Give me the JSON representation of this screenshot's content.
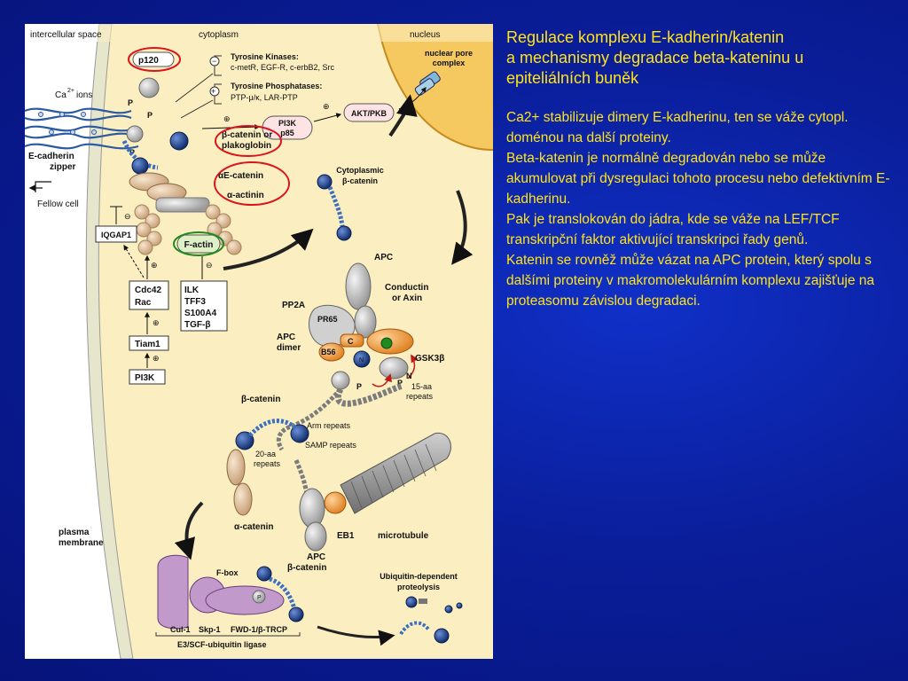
{
  "slide": {
    "title_lines": [
      "Regulace komplexu E-kadherin/katenin",
      "a mechanismy degradace beta-kateninu u",
      "epiteliálních buněk"
    ],
    "paragraphs": [
      "Ca2+ stabilizuje dimery E-kadherinu, ten se váže cytopl. doménou na další proteiny.",
      "Beta-katenin je normálně degradován nebo se může akumulovat při dysregulaci tohoto procesu nebo defektivním E-kadherinu.",
      "Pak je translokován do jádra, kde se váže na LEF/TCF transkripční faktor aktivující transkripci řady genů.",
      "Katenin se rovněž může vázat na APC protein, který spolu s dalšími proteiny v makromolekulárním komplexu zajišťuje na proteasomu závislou degradaci."
    ]
  },
  "colors": {
    "slide_background": "#0a1e9a",
    "text": "#ffe41a",
    "highlight_red": "#d9141c",
    "highlight_green": "#1f8a1f",
    "membrane": "#e6e6cc",
    "nucleus": "#f5c860",
    "cytoplasm": "#fbeec0",
    "beta_catenin_blue": "#1e3f8f",
    "microtubule_gray": "#8f8f8f"
  },
  "diagram": {
    "regions": {
      "intercellular": "intercellular space",
      "cytoplasm": "cytoplasm",
      "nucleus": "nucleus"
    },
    "labels": {
      "p120": "p120",
      "tk_title": "Tyrosine Kinases:",
      "tk_items": "c-metR, EGF-R, c-erbB2, Src",
      "tp_title": "Tyrosine Phosphatases:",
      "tp_items": "PTP-μ/κ, LAR-PTP",
      "ca_ions": "Ca",
      "ca_ions_sup": "2+",
      "ca_ions_word": "ions",
      "ecadherin_1": "E-cadherin",
      "ecadherin_2": "zipper",
      "fellow_cell": "Fellow cell",
      "bcat_line1": "β-catenin or",
      "bcat_line2": "plakoglobin",
      "aecat": "αE-catenin",
      "aactinin": "α-actinin",
      "factin": "F-actin",
      "iqgap1": "IQGAP1",
      "pi3k_1": "PI3K",
      "pi3k_2": "p85",
      "aktpkb": "AKT/PKB",
      "nuclear_pore_1": "nuclear pore",
      "nuclear_pore_2": "complex",
      "cyto_bcat_1": "Cytoplasmic",
      "cyto_bcat_2": "β-catenin",
      "cdc42": "Cdc42",
      "rac": "Rac",
      "tiam1": "Tiam1",
      "pi3k_low": "PI3K",
      "ilk": "ILK",
      "tff3": "TFF3",
      "s100a4": "S100A4",
      "tgfb": "TGF-β",
      "apc_top": "APC",
      "conductin_1": "Conductin",
      "conductin_2": "or Axin",
      "pp2a": "PP2A",
      "pr65": "PR65",
      "b56": "B56",
      "apc_dimer_1": "APC",
      "apc_dimer_2": "dimer",
      "gsk3b": "GSK3β",
      "aa15_1": "15-aa",
      "aa15_2": "repeats",
      "bcat_mid": "β-catenin",
      "arm_repeats": "Arm repeats",
      "samp_repeats": "SAMP repeats",
      "aa20_1": "20-aa",
      "aa20_2": "repeats",
      "plasma_1": "plasma",
      "plasma_2": "membrane",
      "a_catenin": "α-catenin",
      "apc_low": "APC",
      "eb1": "EB1",
      "microtubule": "microtubule",
      "fbox": "F-box",
      "bcat_bottom": "β-catenin",
      "ubiq_1": "Ubiquitin-dependent",
      "ubiq_2": "proteolysis",
      "cul1": "Cul-1",
      "skp1": "Skp-1",
      "fwd1": "FWD-1/β-TRCP",
      "e3scf": "E3/SCF-ubiquitin ligase"
    }
  }
}
